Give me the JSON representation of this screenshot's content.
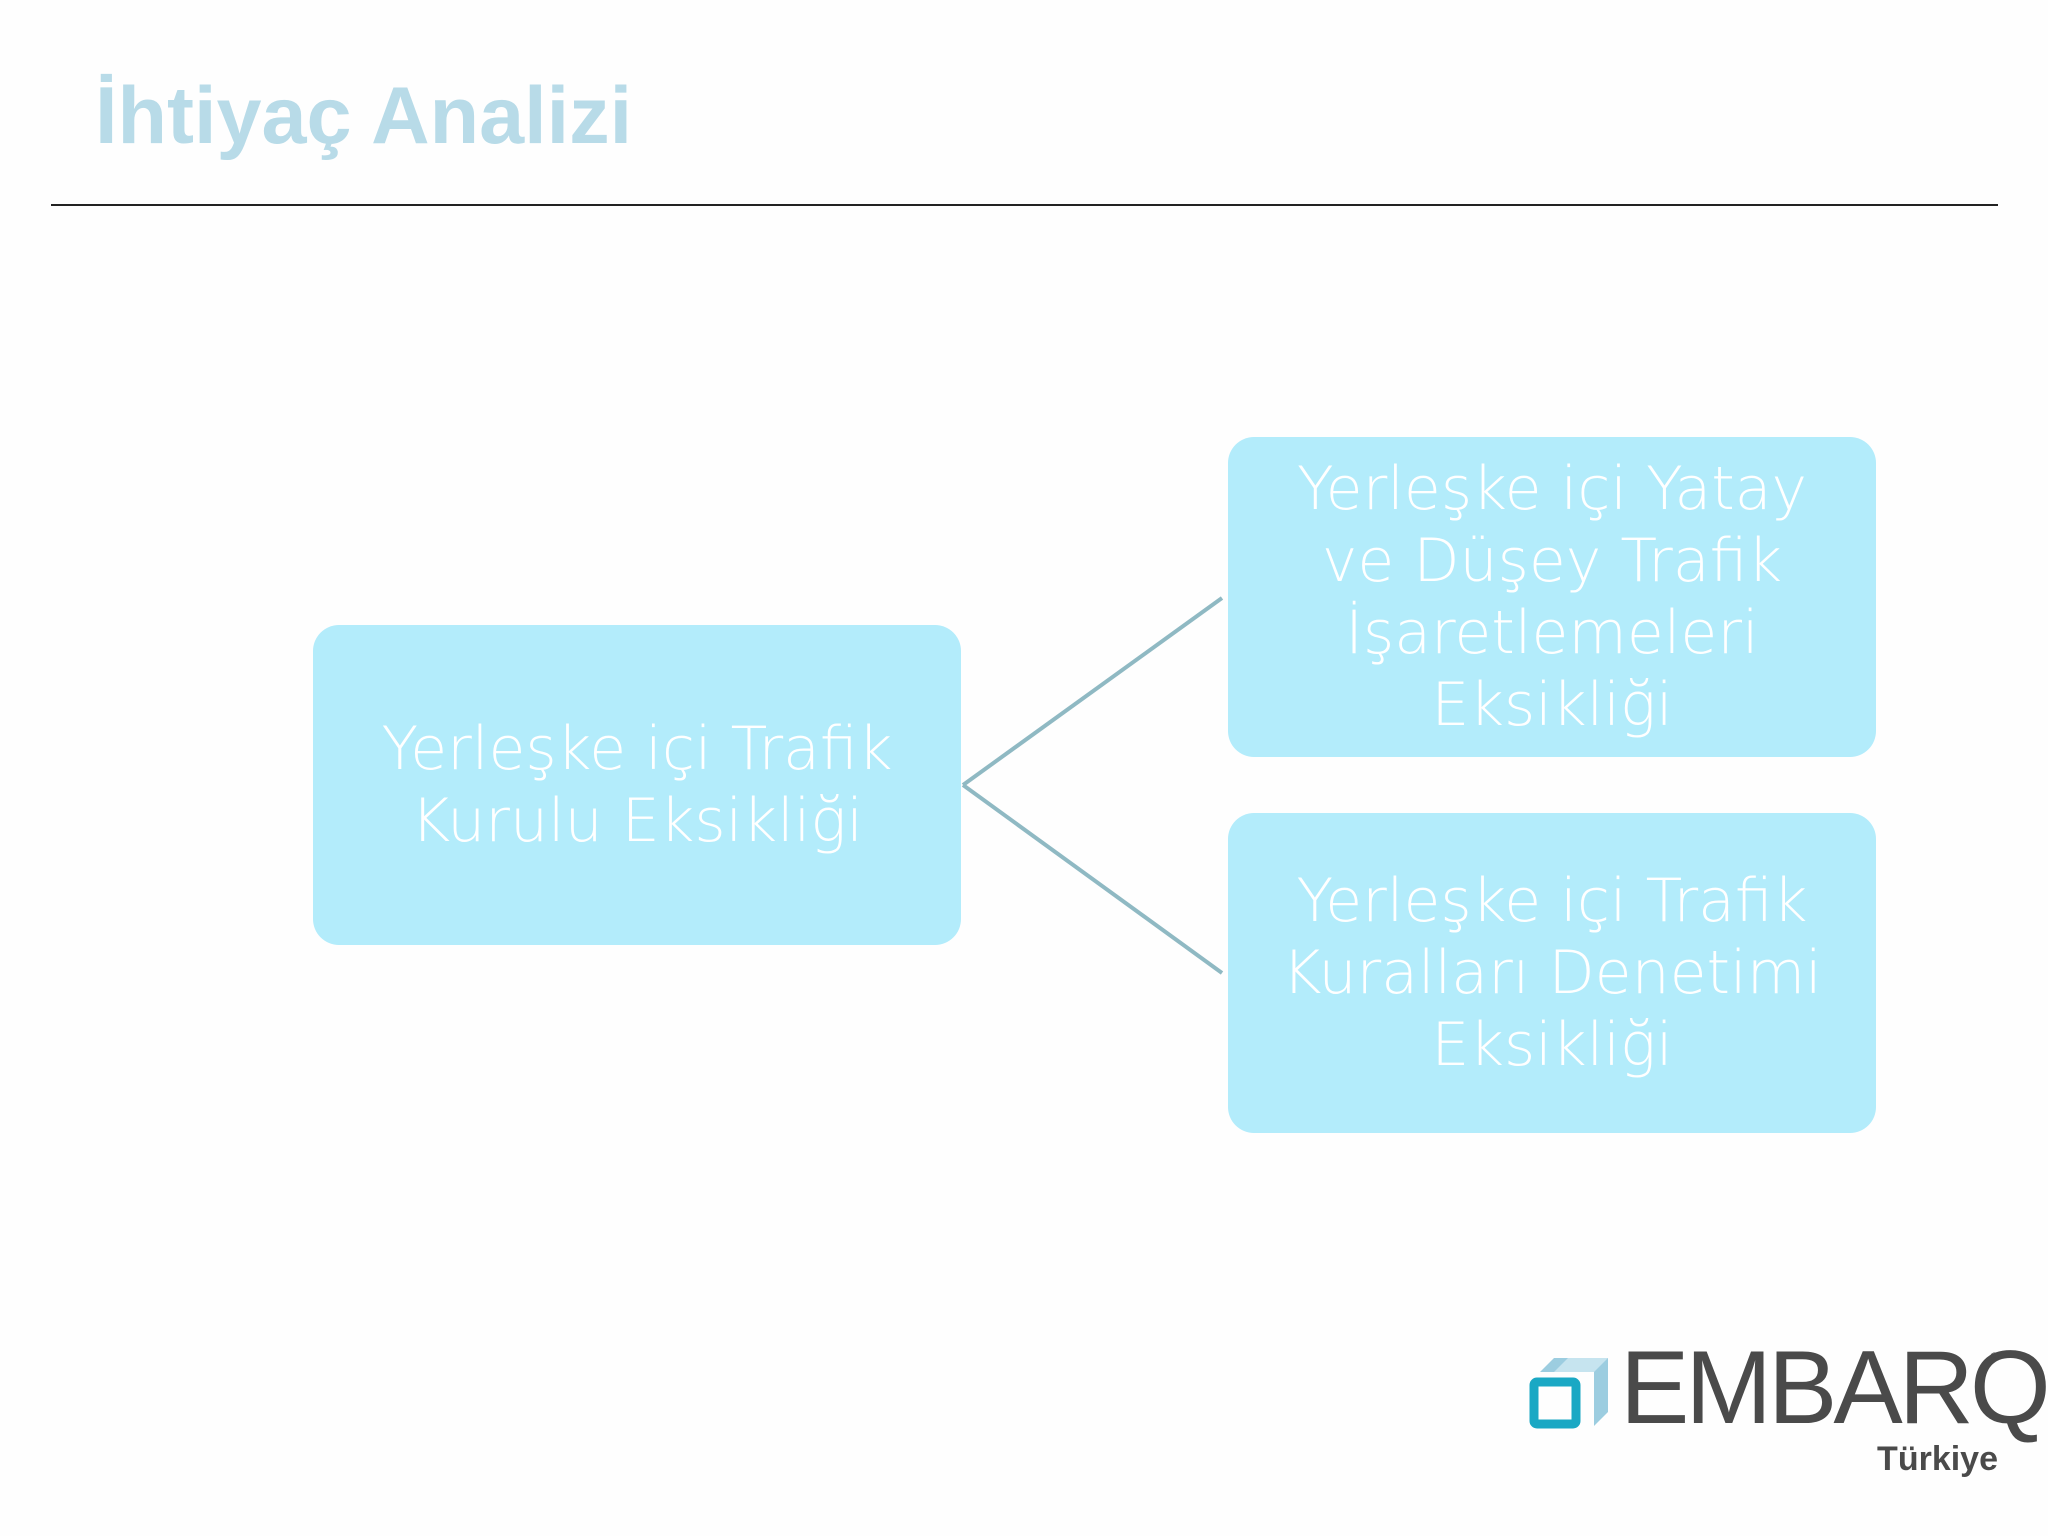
{
  "slide": {
    "title": "İhtiyaç Analizi"
  },
  "diagram": {
    "root": {
      "lines": [
        "Yerleşke içi Trafik",
        "Kurulu Eksikliği"
      ]
    },
    "children": [
      {
        "lines": [
          "Yerleşke içi Yatay",
          "ve Düşey Trafik",
          "İşaretlemeleri",
          "Eksikliği"
        ]
      },
      {
        "lines": [
          "Yerleşke içi Trafik",
          "Kuralları Denetimi",
          "Eksikliği"
        ]
      }
    ]
  },
  "logo": {
    "wordmark": "EMBARQ",
    "registered": "®",
    "subtitle": "Türkiye"
  },
  "colors": {
    "title": "#b8dbe8",
    "box_fill": "#b3ecfb",
    "box_text": "#ffffff",
    "connector": "#8fb9c3",
    "logo_teal": "#1aa8c4",
    "logo_light": "#9ccde0",
    "logo_text": "#4a4a4a"
  }
}
